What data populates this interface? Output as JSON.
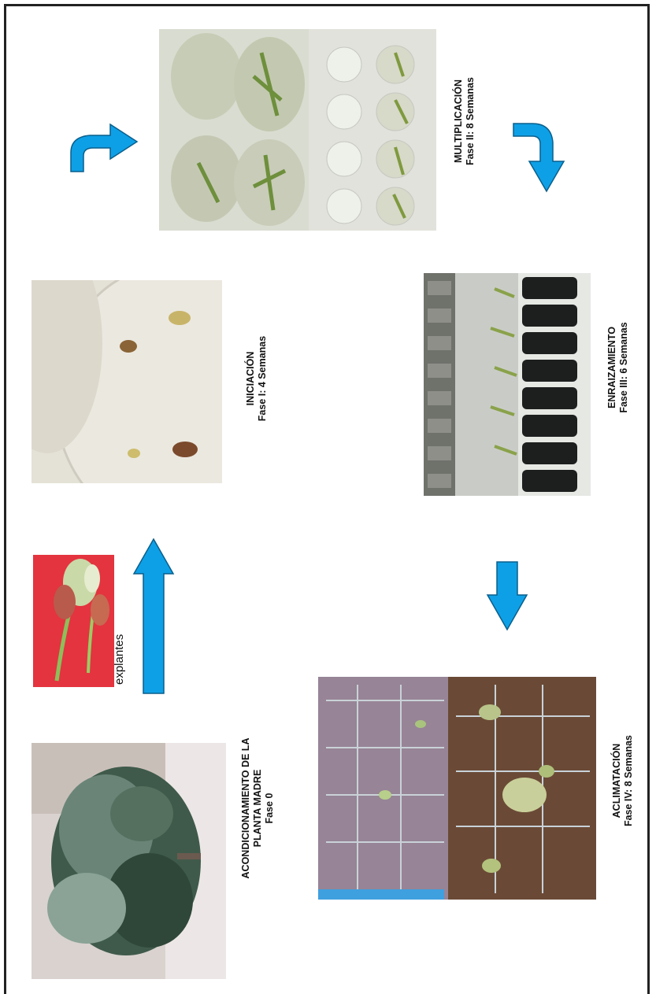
{
  "stages": {
    "fase0": {
      "title": "ACONDICIONAMIENTO DE LA PLANTA MADRE",
      "line1": "ACONDICIONAMIENTO DE LA",
      "line2": "PLANTA MADRE",
      "line3": "Fase 0",
      "photo": "avocado-tree"
    },
    "fase1": {
      "title": "INICIACIÓN",
      "subtitle": "Fase I: 4 Semanas",
      "photo": "explants-in-petri-dish"
    },
    "fase2": {
      "title": "MULTIPLICACIÓN",
      "subtitle": "Fase II: 8 Semanas",
      "photo": "shoots-in-culture-jars"
    },
    "fase3": {
      "title": "ENRAIZAMIENTO",
      "subtitle": "Fase III: 6 Semanas",
      "photo": "rooting-tubes"
    },
    "fase4": {
      "title": "ACLIMATACIÓN",
      "subtitle": "Fase IV: 8 Semanas",
      "photo": "seedling-trays"
    }
  },
  "explants": {
    "label": "explantes",
    "photo": "leaf-cuttings-on-red"
  },
  "colors": {
    "arrow": "#0ea0e6",
    "arrow_stroke": "#0a5f8c",
    "frame": "#222222"
  }
}
